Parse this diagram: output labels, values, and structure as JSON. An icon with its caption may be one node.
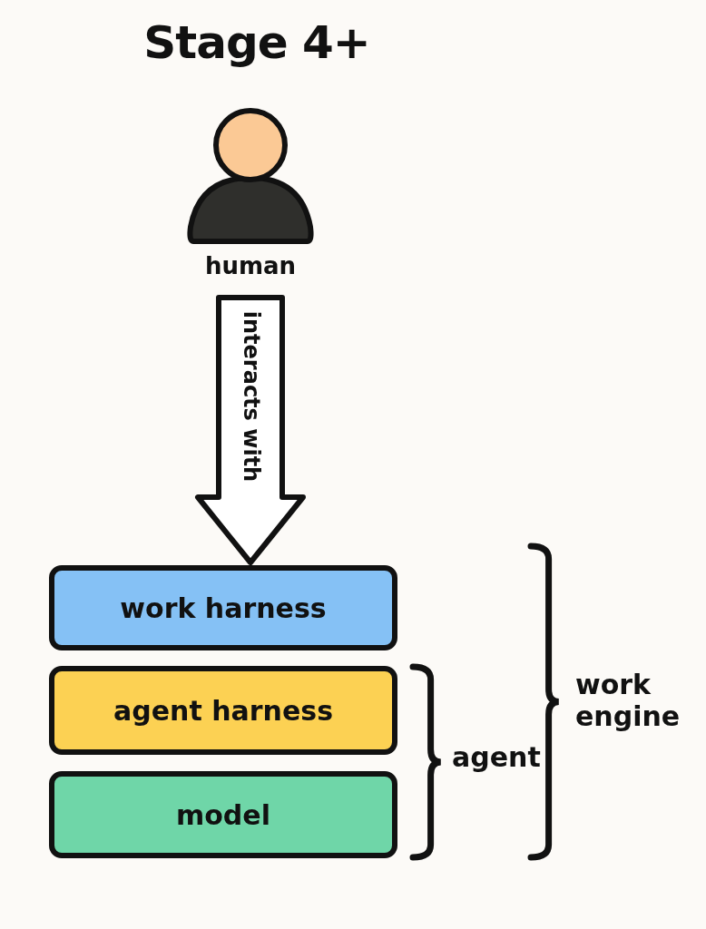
{
  "diagram": {
    "title": "Stage 4+",
    "nodes": [
      {
        "text": [],
        "shape": "person",
        "beside": [
          "human"
        ]
      },
      {
        "text": [
          "work harness"
        ]
      },
      {
        "text": [
          "agent harness"
        ]
      },
      {
        "text": [
          "model"
        ]
      }
    ],
    "edges": [
      {
        "from": 0,
        "to": 1,
        "arrow": "to",
        "label": "interacts with",
        "style": "thick"
      }
    ],
    "labels": [
      "agent",
      "work engine"
    ]
  }
}
